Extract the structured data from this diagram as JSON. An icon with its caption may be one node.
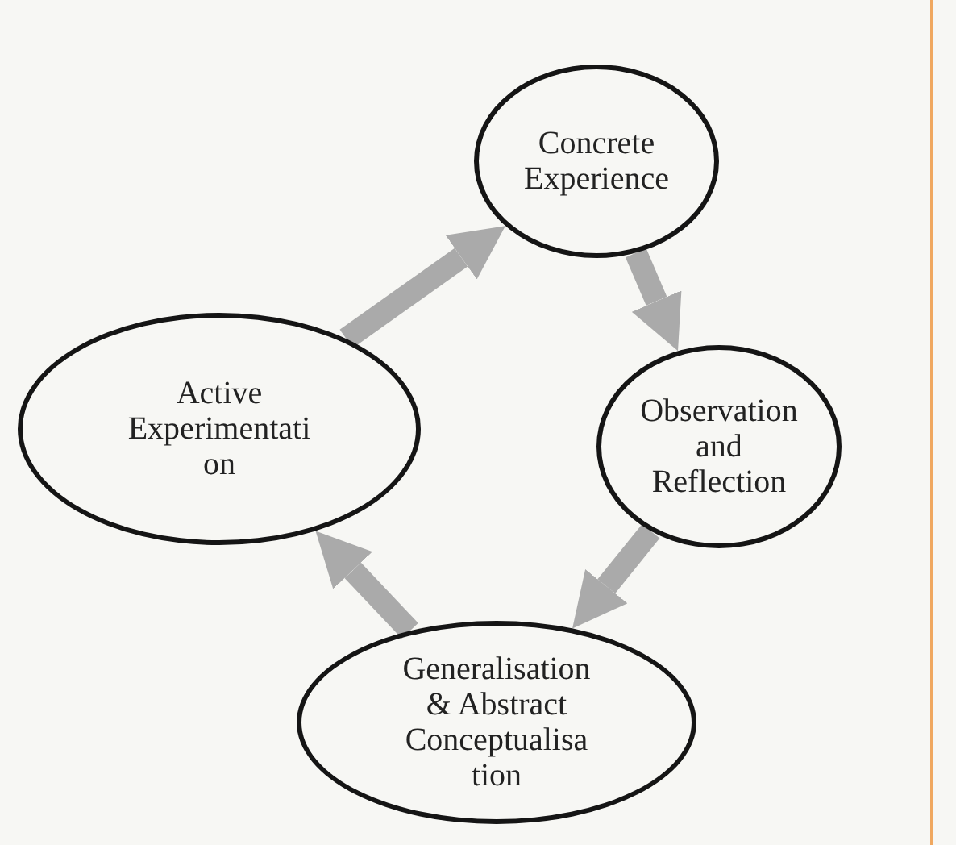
{
  "diagram": {
    "nodes": [
      {
        "text": [
          "Concrete Experience"
        ]
      },
      {
        "text": [
          "Observation and Reflection"
        ]
      },
      {
        "text": [
          "Generalisation & Abstract Conceptualisa tion"
        ]
      },
      {
        "text": [
          "Active Experimentati on"
        ]
      }
    ],
    "edges": [
      {
        "from": 3,
        "to": 0,
        "arrow": "to"
      },
      {
        "from": 0,
        "to": 1,
        "arrow": "to"
      },
      {
        "from": 1,
        "to": 2,
        "arrow": "to"
      },
      {
        "from": 2,
        "to": 3,
        "arrow": "to"
      }
    ]
  }
}
